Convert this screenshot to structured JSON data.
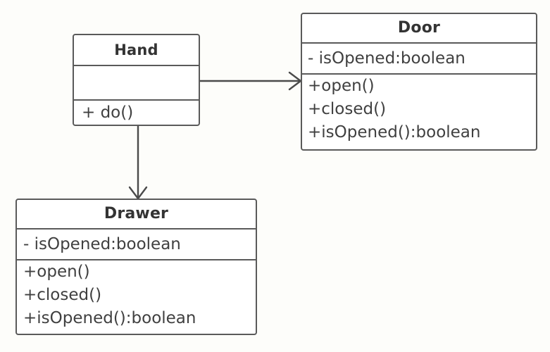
{
  "diagram": {
    "type": "uml-class-diagram",
    "background_color": "#fdfdfa",
    "border_color": "#5a5a5a",
    "text_color": "#404040",
    "title_color": "#333333"
  },
  "classes": [
    {
      "id": "hand",
      "name": "Hand",
      "attributes": [],
      "methods": [
        "+ do()"
      ]
    },
    {
      "id": "door",
      "name": "Door",
      "attributes": [
        "- isOpened:boolean"
      ],
      "methods": [
        "+open()",
        "+closed()",
        "+isOpened():boolean"
      ]
    },
    {
      "id": "drawer",
      "name": "Drawer",
      "attributes": [
        "- isOpened:boolean"
      ],
      "methods": [
        "+open()",
        "+closed()",
        "+isOpened():boolean"
      ]
    }
  ],
  "connectors": [
    {
      "id": "hand-to-door",
      "from": "hand",
      "to": "door",
      "style": "open-arrow",
      "label": "",
      "direction": "horizontal"
    },
    {
      "id": "hand-to-drawer",
      "from": "hand",
      "to": "drawer",
      "style": "open-arrow",
      "label": "",
      "direction": "vertical"
    }
  ]
}
